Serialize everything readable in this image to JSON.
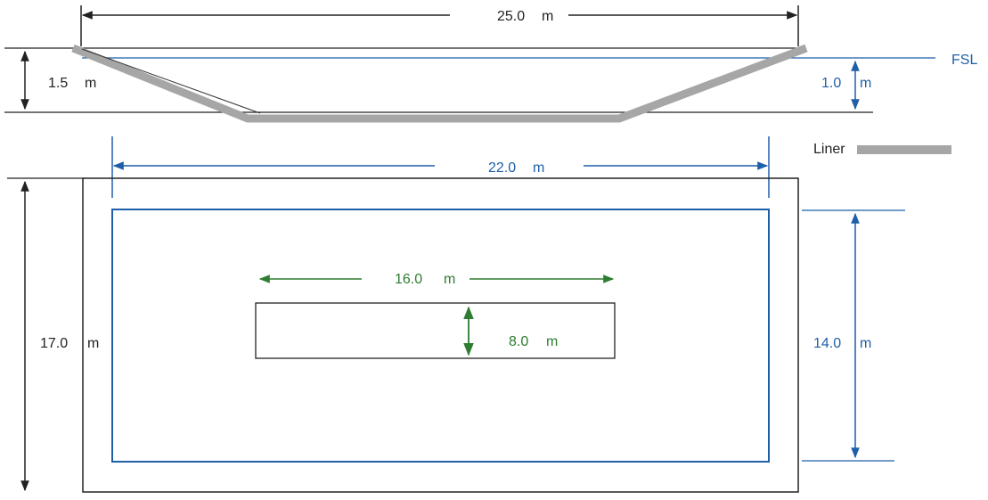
{
  "colors": {
    "black": "#222222",
    "blue": "#1f5fa8",
    "green": "#2e7d32",
    "liner": "#a6a6a6",
    "background": "#ffffff"
  },
  "section": {
    "top_width": {
      "value": "25.0",
      "unit": "m"
    },
    "total_depth": {
      "value": "1.5",
      "unit": "m"
    },
    "water_depth": {
      "value": "1.0",
      "unit": "m"
    },
    "fsl_label": "FSL"
  },
  "legend": {
    "liner_label": "Liner"
  },
  "plan": {
    "outer_height": {
      "value": "17.0",
      "unit": "m"
    },
    "water_width": {
      "value": "22.0",
      "unit": "m"
    },
    "water_length": {
      "value": "14.0",
      "unit": "m"
    },
    "base_width": {
      "value": "16.0",
      "unit": "m"
    },
    "base_length": {
      "value": "8.0",
      "unit": "m"
    }
  }
}
